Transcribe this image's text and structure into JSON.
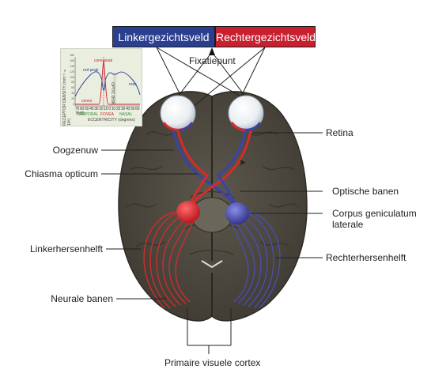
{
  "fields": {
    "left": "Linkergezichtsveld",
    "right": "Rechtergezichtsveld",
    "fixation": "Fixatiepunt"
  },
  "labels": {
    "optic_nerve": "Oogzenuw",
    "chiasm": "Chiasma opticum",
    "left_hemisphere": "Linkerhersenhelft",
    "neural_paths": "Neurale banen",
    "retina": "Retina",
    "optic_tracts": "Optische banen",
    "lgn_line1": "Corpus geniculatum",
    "lgn_line2": "laterale",
    "right_hemisphere": "Rechterhersenhelft",
    "cortex": "Primaire visuele cortex"
  },
  "inset": {
    "cone_peak": "cone peak",
    "rod_peak": "rod peak",
    "rods": "rods",
    "cones": "cones",
    "blind_spot": "OPTIC DISK",
    "temporal": "TEMPORAL",
    "fovea": "FOVEA",
    "nasal": "NASAL",
    "eccentricity": "ECCENTRICITY (degrees)",
    "y_axis": "RECEPTOR DENSITY (mm⁻² × 10³)",
    "y_ticks": [
      "180",
      "160",
      "140",
      "120",
      "100",
      "80",
      "60",
      "40",
      "20",
      "0"
    ],
    "x_ticks": "70 60 50 40 30 20 10 0 10 20 30 40 50 60 70 80"
  },
  "colors": {
    "left_field": "#2a3f8f",
    "right_field": "#c8202f",
    "brain": "#4e4a40",
    "red_path": "#d62b2b",
    "blue_path": "#3a43a8"
  }
}
